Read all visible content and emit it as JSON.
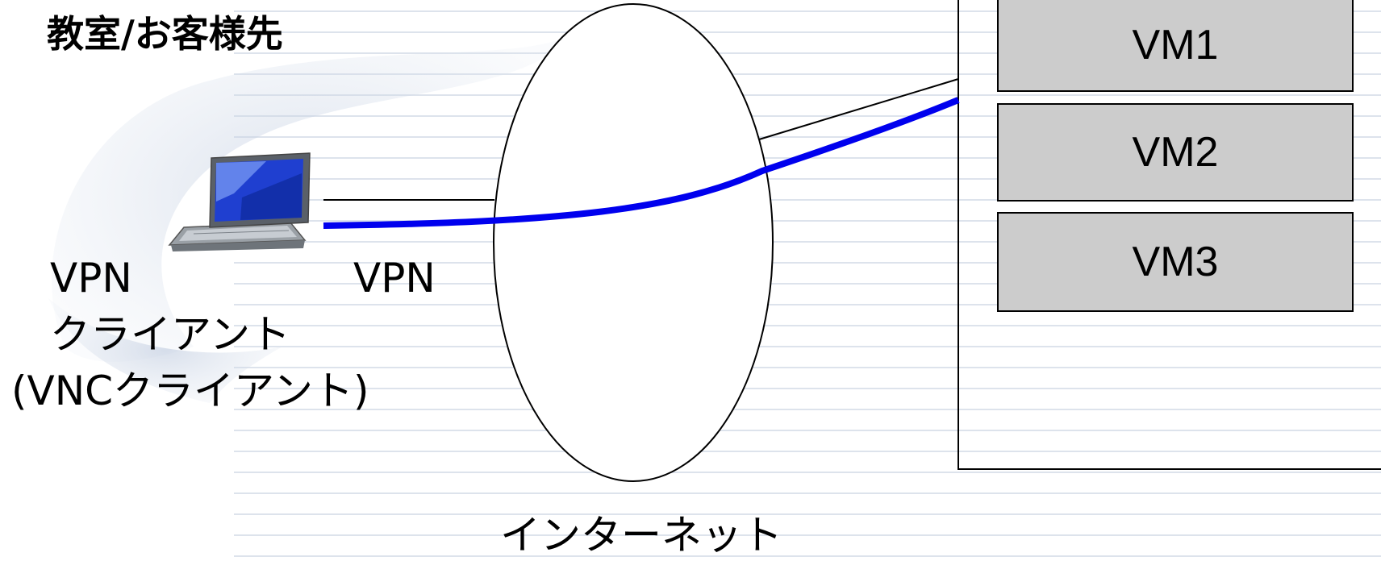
{
  "title": "教室/お客様先",
  "client": {
    "label_line1": "VPN",
    "label_line2": "クライアント",
    "label_line3": "(VNCクライアント)"
  },
  "vpn_label": "VPN",
  "internet_label": "インターネット",
  "vms": [
    "VM1",
    "VM2",
    "VM3"
  ],
  "colors": {
    "vpn_tunnel": "#0000ee",
    "vm_fill": "#cccccc",
    "background_lines": "#dde3ec"
  },
  "icons": [
    "laptop-icon"
  ]
}
